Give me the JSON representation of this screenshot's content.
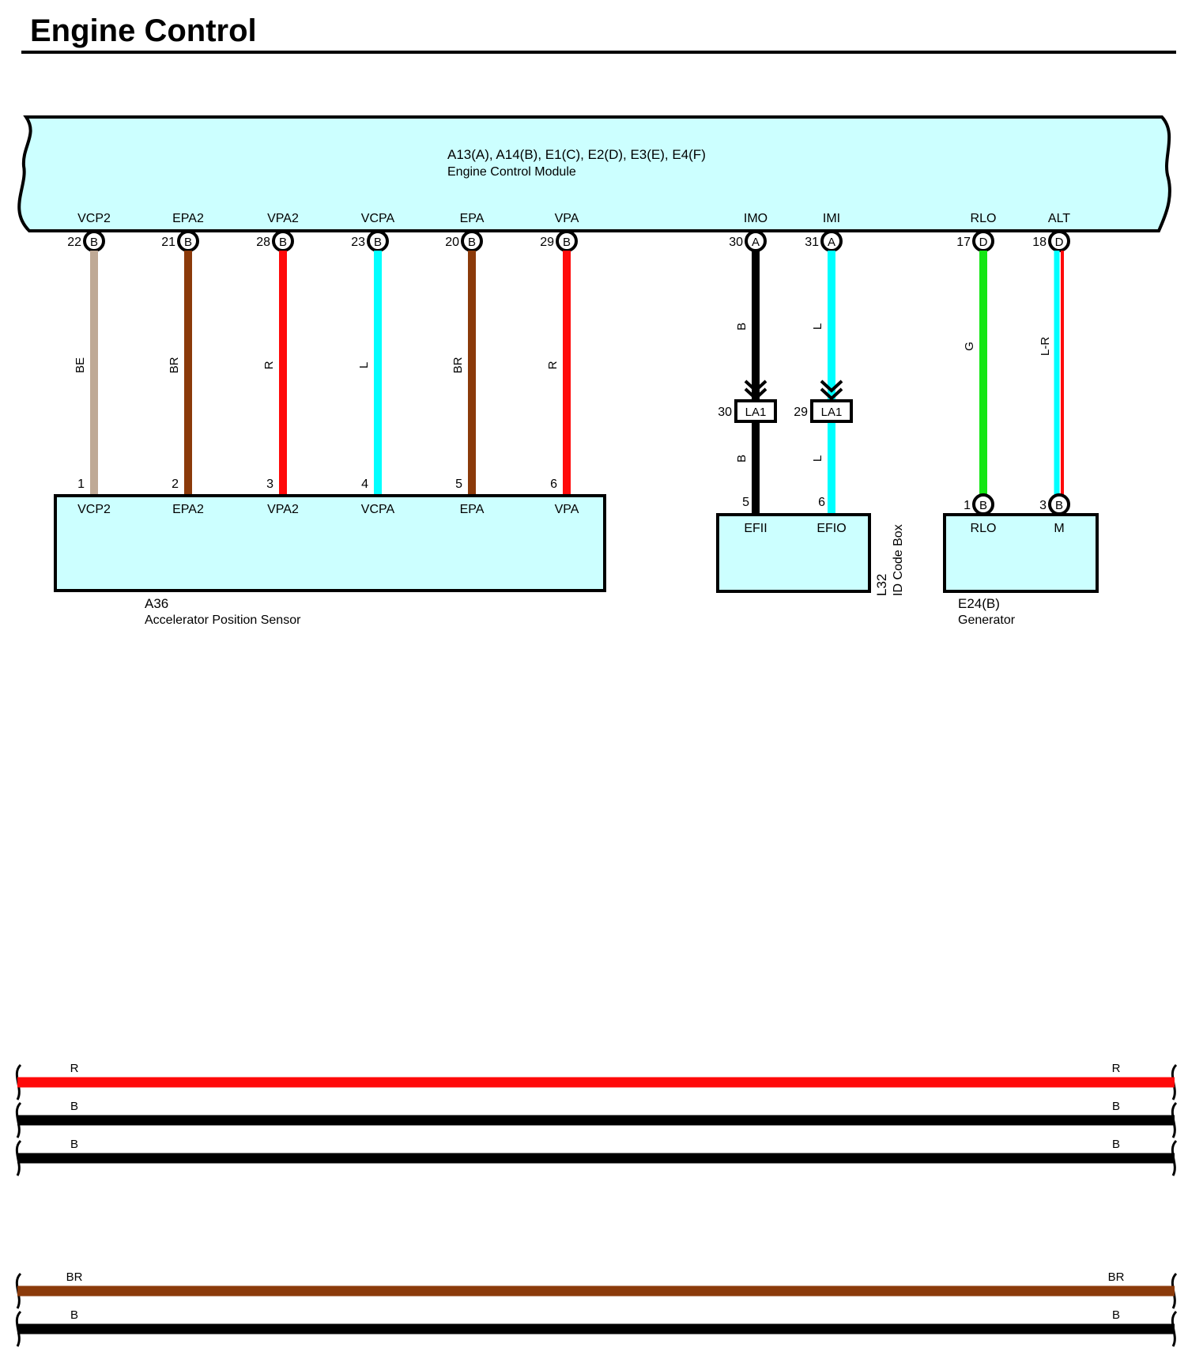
{
  "page": {
    "title": "Engine Control"
  },
  "colors": {
    "module_fill": "#ccffff",
    "BE": "#bfa995",
    "BR": "#8b3a0a",
    "R": "#ff0a0a",
    "L": "#00ffff",
    "B": "#000000",
    "G": "#14e614"
  },
  "ecm": {
    "connectors": "A13(A), A14(B), E1(C), E2(D), E3(E), E4(F)",
    "name": "Engine Control Module",
    "terminals": [
      {
        "label": "VCP2",
        "pin": "22",
        "conn": "B"
      },
      {
        "label": "EPA2",
        "pin": "21",
        "conn": "B"
      },
      {
        "label": "VPA2",
        "pin": "28",
        "conn": "B"
      },
      {
        "label": "VCPA",
        "pin": "23",
        "conn": "B"
      },
      {
        "label": "EPA",
        "pin": "20",
        "conn": "B"
      },
      {
        "label": "VPA",
        "pin": "29",
        "conn": "B"
      },
      {
        "label": "IMO",
        "pin": "30",
        "conn": "A"
      },
      {
        "label": "IMI",
        "pin": "31",
        "conn": "A"
      },
      {
        "label": "RLO",
        "pin": "17",
        "conn": "D"
      },
      {
        "label": "ALT",
        "pin": "18",
        "conn": "D"
      }
    ]
  },
  "wires": [
    {
      "color_code": "BE"
    },
    {
      "color_code": "BR"
    },
    {
      "color_code": "R"
    },
    {
      "color_code": "L"
    },
    {
      "color_code": "BR"
    },
    {
      "color_code": "R"
    },
    {
      "color_code": "B",
      "lower_code": "B"
    },
    {
      "color_code": "L",
      "lower_code": "L"
    },
    {
      "color_code": "G"
    },
    {
      "color_code": "L-R"
    }
  ],
  "junctions": [
    {
      "pin": "30",
      "label": "LA1"
    },
    {
      "pin": "29",
      "label": "LA1"
    }
  ],
  "sensor": {
    "code": "A36",
    "name": "Accelerator Position Sensor",
    "pins": [
      "1",
      "2",
      "3",
      "4",
      "5",
      "6"
    ],
    "terminals": [
      "VCP2",
      "EPA2",
      "VPA2",
      "VCPA",
      "EPA",
      "VPA"
    ]
  },
  "id_box": {
    "code": "L32",
    "name": "ID Code Box",
    "pins": [
      "5",
      "6"
    ],
    "terminals": [
      "EFII",
      "EFIO"
    ]
  },
  "generator": {
    "code": "E24(B)",
    "name": "Generator",
    "pins": [
      "1",
      "3"
    ],
    "conn": "B",
    "terminals": [
      "RLO",
      "M"
    ]
  },
  "harness_group_1": [
    {
      "code": "R"
    },
    {
      "code": "B"
    },
    {
      "code": "B"
    }
  ],
  "harness_group_2": [
    {
      "code": "BR"
    },
    {
      "code": "B"
    }
  ]
}
